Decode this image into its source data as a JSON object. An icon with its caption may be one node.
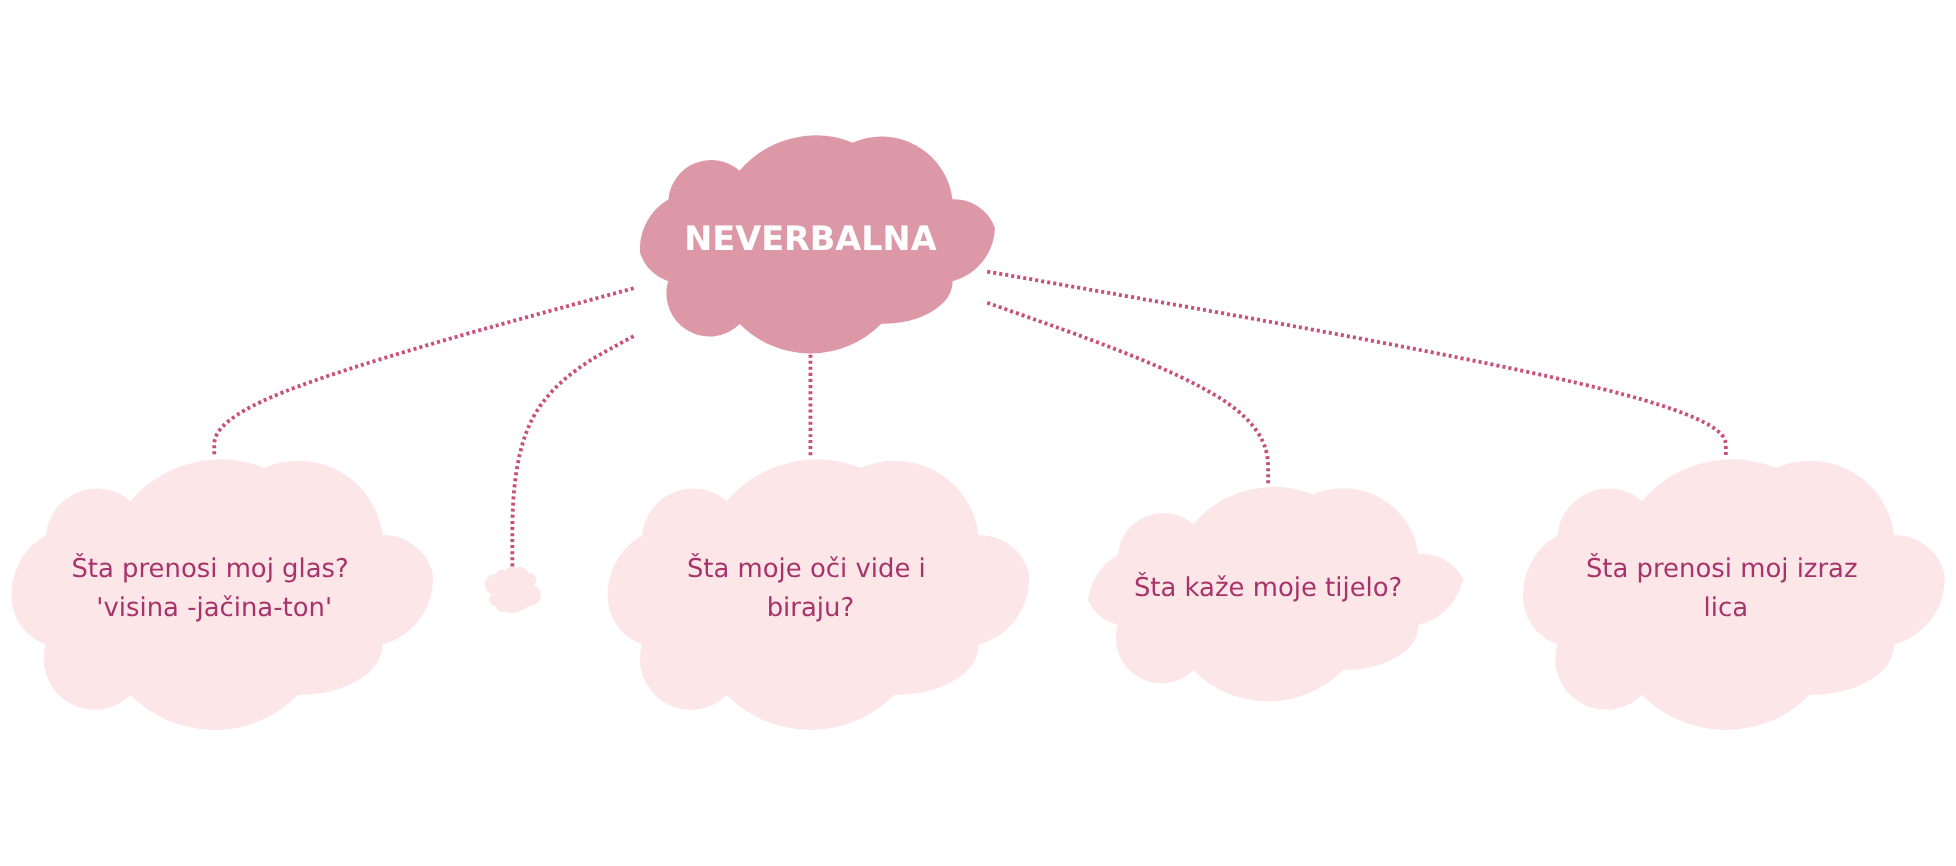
{
  "diagram": {
    "nodes": [
      {
        "text": [
          "NEVERBALNA"
        ]
      },
      {
        "text": [
          "Šta prenosi moj glas? 'visina -jačina-ton'"
        ]
      },
      {
        "text": [],
        "shape": "cloud"
      },
      {
        "text": [
          "Šta moje oči vide i biraju?"
        ]
      },
      {
        "text": [
          "Šta kaže moje tijelo?"
        ]
      },
      {
        "text": [
          "Šta prenosi moj izraz lica"
        ]
      }
    ],
    "edges": [
      {
        "from": 0,
        "to": 1,
        "arrow": "none",
        "style": "dashed"
      },
      {
        "from": 0,
        "to": 2,
        "arrow": "none",
        "style": "dashed"
      },
      {
        "from": 0,
        "to": 3,
        "arrow": "none",
        "style": "dashed"
      },
      {
        "from": 0,
        "to": 4,
        "arrow": "none",
        "style": "dashed"
      },
      {
        "from": 0,
        "to": 5,
        "arrow": "none",
        "style": "dashed"
      }
    ]
  }
}
